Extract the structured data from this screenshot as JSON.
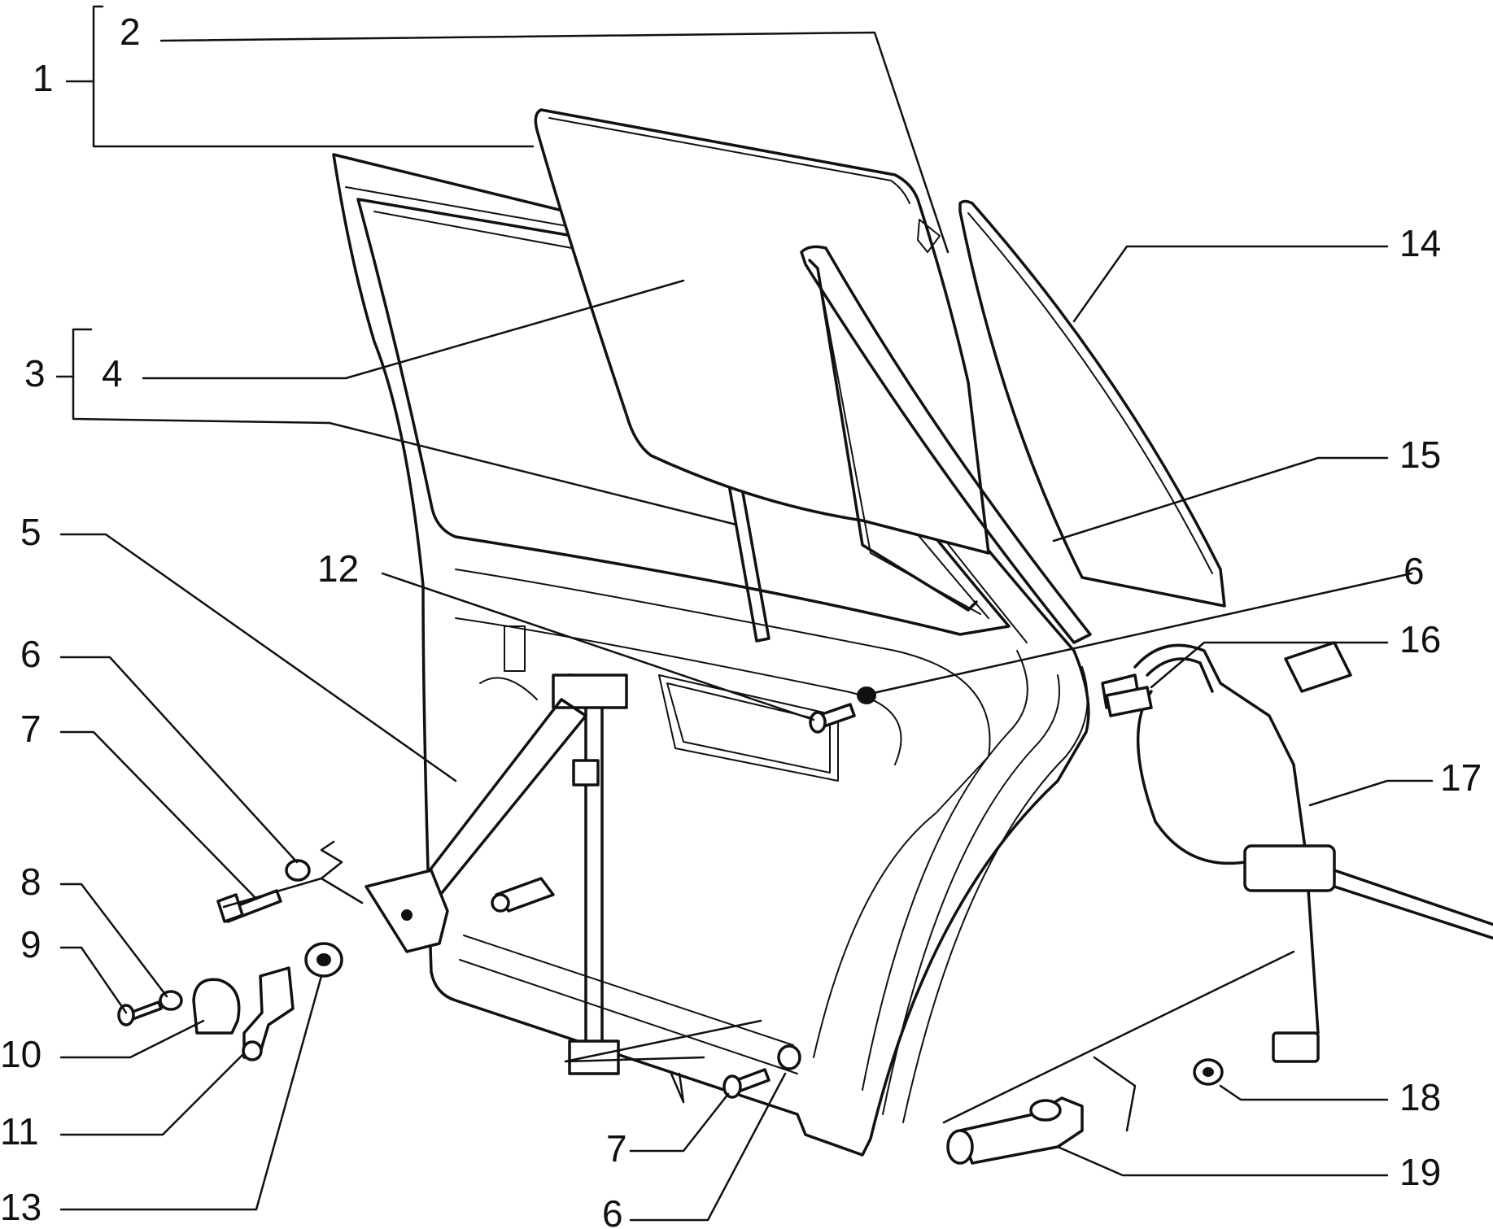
{
  "diagram": {
    "callouts": {
      "c1": "1",
      "c2": "2",
      "c3": "3",
      "c4": "4",
      "c5": "5",
      "c6a": "6",
      "c6b": "6",
      "c6c": "6",
      "c7a": "7",
      "c7b": "7",
      "c8": "8",
      "c9": "9",
      "c10": "10",
      "c11": "11",
      "c12": "12",
      "c13": "13",
      "c14": "14",
      "c15": "15",
      "c16": "16",
      "c17": "17",
      "c18": "18",
      "c19": "19"
    },
    "colors": {
      "ink": "#111111",
      "paper": "#ffffff"
    }
  }
}
